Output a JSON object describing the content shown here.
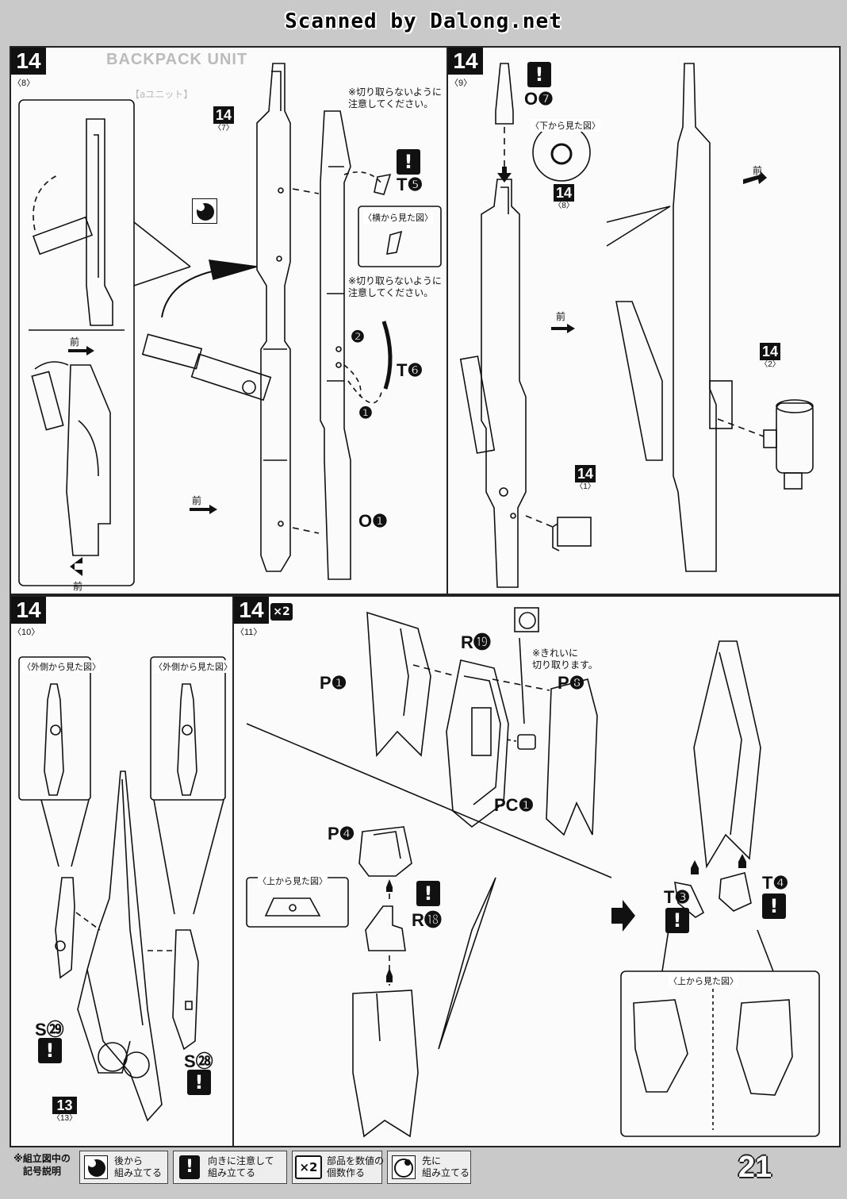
{
  "banner": "Scanned by Dalong.net",
  "panels": {
    "p8": {
      "step": "14",
      "sub": "〈8〉",
      "faint_title": "BACKPACK UNIT",
      "faint_sub": "【aユニット】",
      "ref_7": {
        "num": "14",
        "sub": "〈7〉"
      },
      "note_1": "※切り取らないように\n注意してください。",
      "note_2": "※切り取らないように\n注意してください。",
      "side_view": "〈横から見た図〉",
      "labels": {
        "t5": "T❺",
        "t6": "T❻",
        "o1": "O❶",
        "step1": "❶",
        "step2": "❷"
      },
      "front_1": "前",
      "front_2": "前",
      "front_3": "前"
    },
    "p9": {
      "step": "14",
      "sub": "〈9〉",
      "labels": {
        "o7": "O❼"
      },
      "bottom_view": "〈下から見た図〉",
      "ref_8": {
        "num": "14",
        "sub": "〈8〉"
      },
      "ref_1": {
        "num": "14",
        "sub": "〈1〉"
      },
      "ref_2": {
        "num": "14",
        "sub": "〈2〉"
      },
      "front_1": "前",
      "front_2": "前"
    },
    "p10": {
      "step": "14",
      "sub": "〈10〉",
      "outer_view_1": "〈外側から見た図〉",
      "outer_view_2": "〈外側から見た図〉",
      "labels": {
        "s29": "S㉙",
        "s28": "S㉘"
      },
      "ref_13": {
        "num": "13",
        "sub": "〈13〉"
      }
    },
    "p11": {
      "step": "14",
      "sub": "〈11〉",
      "multiplier": "×2",
      "labels": {
        "p1": "P❶",
        "r19": "R⓳",
        "p8": "P❽",
        "pc1": "PC❶",
        "p4": "P❹",
        "r18": "R⓲",
        "t3": "T❸",
        "t4": "T❹"
      },
      "note_clean": "※きれいに\n切り取ります。",
      "top_view_1": "〈上から見た図〉",
      "top_view_2": "〈上から見た図〉"
    }
  },
  "legend": {
    "title": "※組立図中の\n記号説明",
    "items": [
      {
        "icon": "assemble-later-icon",
        "text": "後から\n組み立てる"
      },
      {
        "icon": "caution-orientation-icon",
        "text": "向きに注意して\n組み立てる"
      },
      {
        "icon": "multiplier-icon",
        "symbol": "×2",
        "text": "部品を数値の\n個数作る"
      },
      {
        "icon": "assemble-first-icon",
        "text": "先に\n組み立てる"
      }
    ]
  },
  "page_number": "21",
  "colors": {
    "ink": "#111111",
    "paper": "#fbfbfb",
    "background": "#c9c9c9"
  }
}
